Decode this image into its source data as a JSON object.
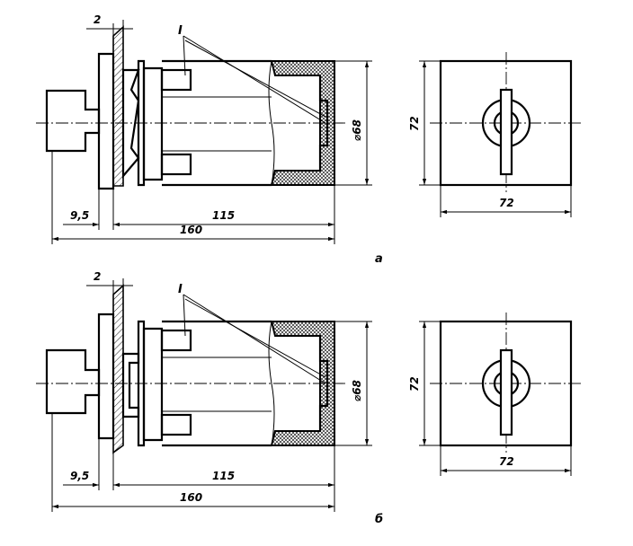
{
  "views": [
    {
      "id": "a",
      "caption": "а",
      "dims": {
        "plate": "2",
        "knob_offset": "9,5",
        "body_length": "115",
        "total_length": "160",
        "diameter": "⌀68",
        "front_height": "72",
        "front_width": "72"
      },
      "callout": "I"
    },
    {
      "id": "b",
      "caption": "б",
      "dims": {
        "plate": "2",
        "knob_offset": "9,5",
        "body_length": "115",
        "total_length": "160",
        "diameter": "⌀68",
        "front_height": "72",
        "front_width": "72"
      },
      "callout": "I"
    }
  ]
}
